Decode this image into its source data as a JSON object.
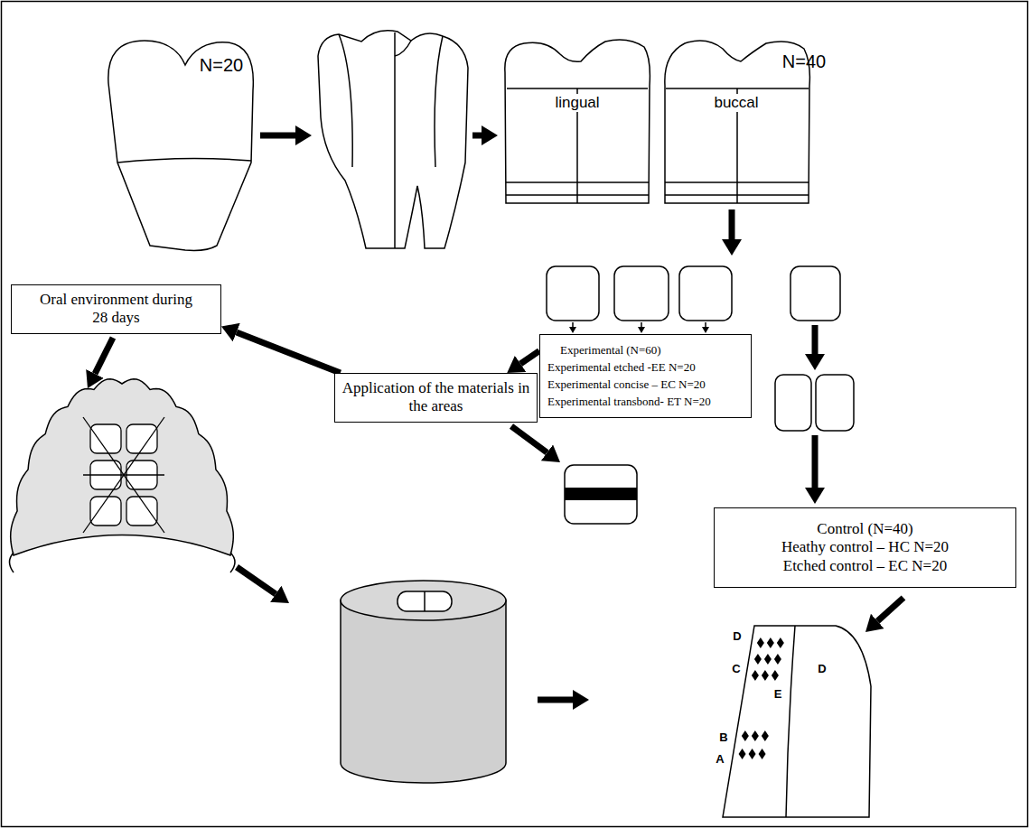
{
  "diagram": {
    "nodes": [
      {
        "text": [
          "lingual"
        ]
      },
      {
        "text": [
          "buccal"
        ]
      },
      {
        "text": [
          "Oral environment during 28 days"
        ]
      },
      {
        "text": [
          "Experimental (N=60)",
          "Experimental etched -EE N=20",
          "Experimental concise – EC N=20",
          "Experimental transbond- ET N=20"
        ]
      },
      {
        "text": [
          "Application of the materials in the areas"
        ]
      },
      {
        "text": [
          "Control (N=40)",
          "Heathy control – HC N=20",
          "Etched control – EC N=20"
        ]
      }
    ],
    "edges": [
      {
        "from": 3,
        "to": 4,
        "arrow": "to"
      },
      {
        "from": 4,
        "to": 2,
        "arrow": "to"
      }
    ],
    "labels": [
      "N=20",
      "N=40",
      "D",
      "C",
      "E",
      "B",
      "A",
      "D"
    ]
  }
}
